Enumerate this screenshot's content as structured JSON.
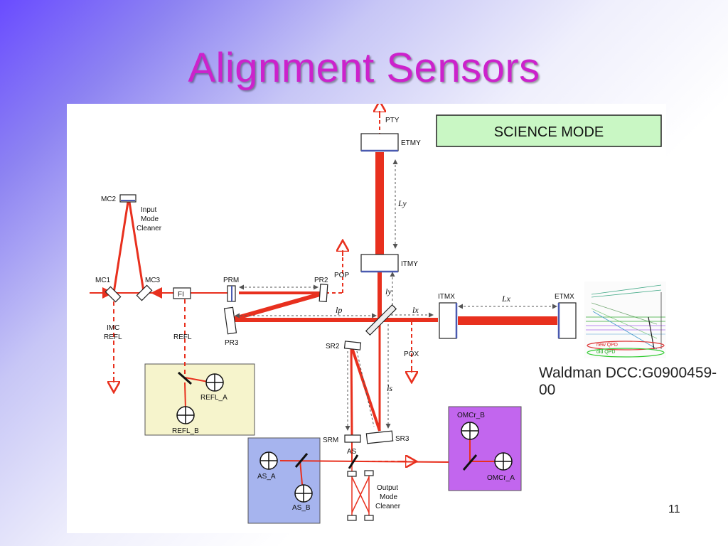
{
  "slide": {
    "title": "Alignment Sensors",
    "number": "11",
    "credit": "Waldman DCC:G0900459-00"
  },
  "diagram": {
    "mode_label": "SCIENCE MODE",
    "optics": {
      "mc2": "MC2",
      "mc1": "MC1",
      "mc3": "MC3",
      "imc_line1": "Input",
      "imc_line2": "Mode",
      "imc_line3": "Cleaner",
      "fi": "FI",
      "prm": "PRM",
      "pr2": "PR2",
      "pr3": "PR3",
      "pop": "POP",
      "imc_refl_line1": "IMC",
      "imc_refl_line2": "REFL",
      "refl": "REFL",
      "etmy": "ETMY",
      "itmy": "ITMY",
      "pty": "PTY",
      "itmx": "ITMX",
      "etmx": "ETMX",
      "sr2": "SR2",
      "sr3": "SR3",
      "srm": "SRM",
      "as": "AS",
      "pox": "POX",
      "omc_line1": "Output",
      "omc_line2": "Mode",
      "omc_line3": "Cleaner"
    },
    "lengths": {
      "ly_arm": "Ly",
      "lx_arm": "Lx",
      "ly": "ly",
      "lx": "lx",
      "lp": "lp",
      "ls": "ls"
    },
    "sensor_boxes": {
      "refl": {
        "a": "REFL_A",
        "b": "REFL_B",
        "color": "#f6f4cc"
      },
      "as": {
        "a": "AS_A",
        "b": "AS_B",
        "color": "#a6b4ee"
      },
      "omcr": {
        "a": "OMCr_A",
        "b": "OMCr_B",
        "color": "#c266ee"
      }
    },
    "qpd_legend": {
      "new": "new QPD",
      "old": "old QPD"
    },
    "colors": {
      "beam": "#e8301e",
      "mode_box": "#c9f7c4",
      "title": "#cc22cc"
    }
  }
}
